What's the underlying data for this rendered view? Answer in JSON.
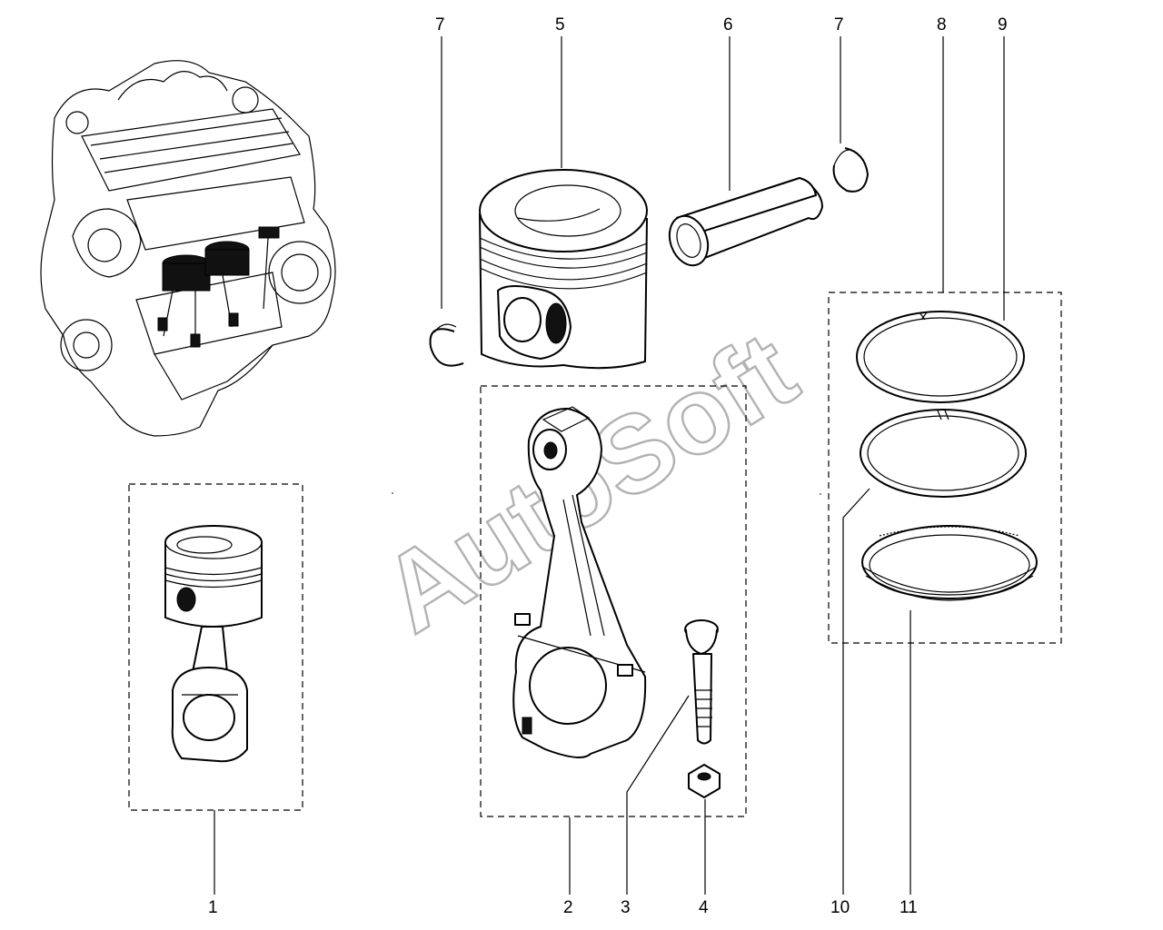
{
  "watermark": "AutoSoft",
  "callouts": {
    "c1": "1",
    "c2": "2",
    "c3": "3",
    "c4": "4",
    "c5": "5",
    "c6": "6",
    "c7a": "7",
    "c7b": "7",
    "c8": "8",
    "c9": "9",
    "c10": "10",
    "c11": "11"
  },
  "colors": {
    "line": "#000000",
    "background": "#ffffff",
    "watermark": "#9a9a9a"
  }
}
